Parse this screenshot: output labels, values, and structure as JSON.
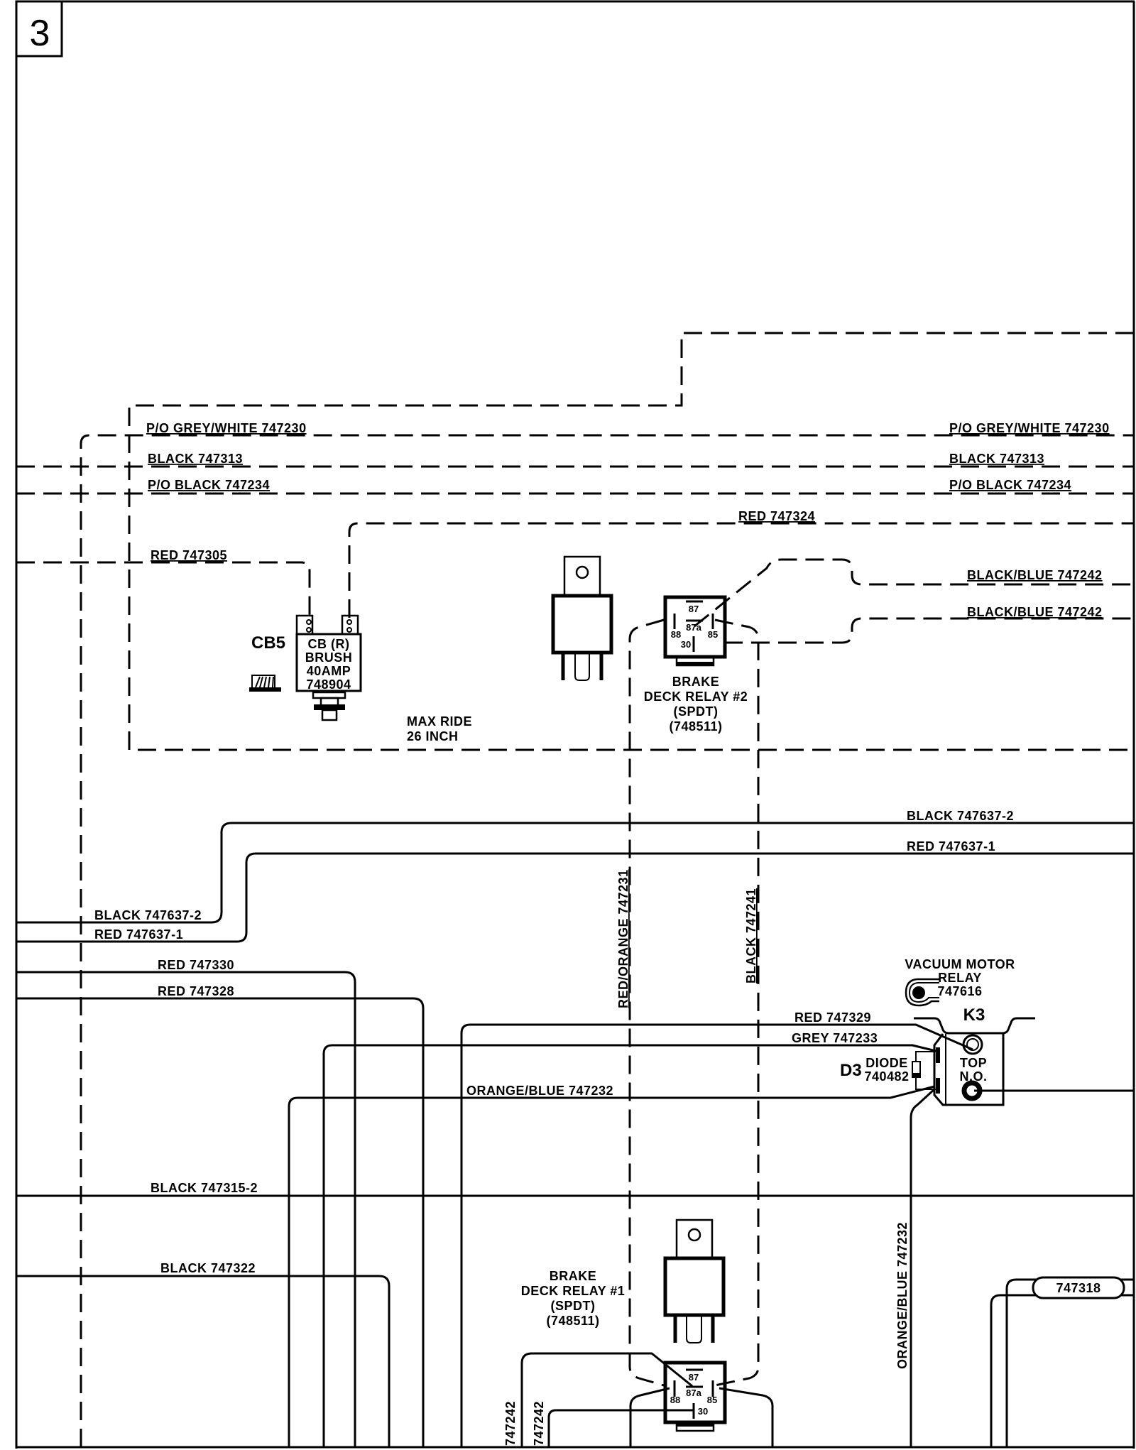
{
  "sheet": {
    "number": "3"
  },
  "wires": {
    "grey_white_left": "P/O GREY/WHITE 747230",
    "grey_white_right": "P/O GREY/WHITE 747230",
    "black_313_left": "BLACK 747313",
    "black_313_right": "BLACK 747313",
    "black_234_left": "P/O BLACK 747234",
    "black_234_right": "P/O BLACK 747234",
    "red_324": "RED 747324",
    "red_305": "RED 747305",
    "black_blue_1": "BLACK/BLUE 747242",
    "black_blue_2": "BLACK/BLUE 747242",
    "black_637_2_right": "BLACK 747637-2",
    "red_637_1_right": "RED 747637-1",
    "black_637_2_left": "BLACK 747637-2",
    "red_637_1_left": "RED 747637-1",
    "red_330": "RED 747330",
    "red_328": "RED 747328",
    "red_orange_231": "RED/ORANGE 747231",
    "black_241": "BLACK 747241",
    "red_329": "RED 747329",
    "grey_233": "GREY 747233",
    "orange_blue_232_h": "ORANGE/BLUE 747232",
    "orange_blue_232_v": "ORANGE/BLUE 747232",
    "black_315_2": "BLACK 747315-2",
    "black_322": "BLACK 747322",
    "bottom_747242_a": "747242",
    "bottom_747242_b": "747242",
    "tag_747318": "747318"
  },
  "components": {
    "cb5": {
      "ref": "CB5",
      "lines": [
        "CB (R)",
        "BRUSH",
        "40AMP",
        "748904"
      ]
    },
    "max_ride": {
      "lines": [
        "MAX RIDE",
        "26 INCH"
      ]
    },
    "relay2": {
      "lines": [
        "BRAKE",
        "DECK RELAY #2",
        "(SPDT)",
        "(748511)"
      ],
      "pins": {
        "p87": "87",
        "p87a": "87a",
        "p88": "88",
        "p85": "85",
        "p30": "30"
      }
    },
    "relay1": {
      "lines": [
        "BRAKE",
        "DECK RELAY #1",
        "(SPDT)",
        "(748511)"
      ],
      "pins": {
        "p87": "87",
        "p87a": "87a",
        "p88": "88",
        "p85": "85",
        "p30": "30"
      }
    },
    "vacuum": {
      "lines": [
        "VACUUM MOTOR",
        "RELAY",
        "747616"
      ],
      "ref": "K3",
      "top": "TOP",
      "no": "N.O."
    },
    "diode": {
      "ref": "D3",
      "lines": [
        "DIODE",
        "740482"
      ]
    }
  }
}
